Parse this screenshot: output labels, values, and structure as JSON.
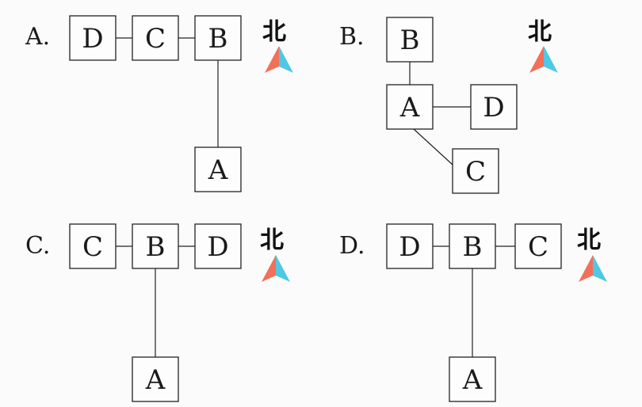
{
  "north_label": "北",
  "colors": {
    "arrow_left": "#f2705a",
    "arrow_right": "#4fc8e6"
  },
  "options": [
    {
      "label": "A.",
      "boxes": [
        "D",
        "C",
        "B",
        "A"
      ]
    },
    {
      "label": "B.",
      "boxes": [
        "B",
        "A",
        "D",
        "C"
      ]
    },
    {
      "label": "C.",
      "boxes": [
        "C",
        "B",
        "D",
        "A"
      ]
    },
    {
      "label": "D.",
      "boxes": [
        "D",
        "B",
        "C",
        "A"
      ]
    }
  ]
}
